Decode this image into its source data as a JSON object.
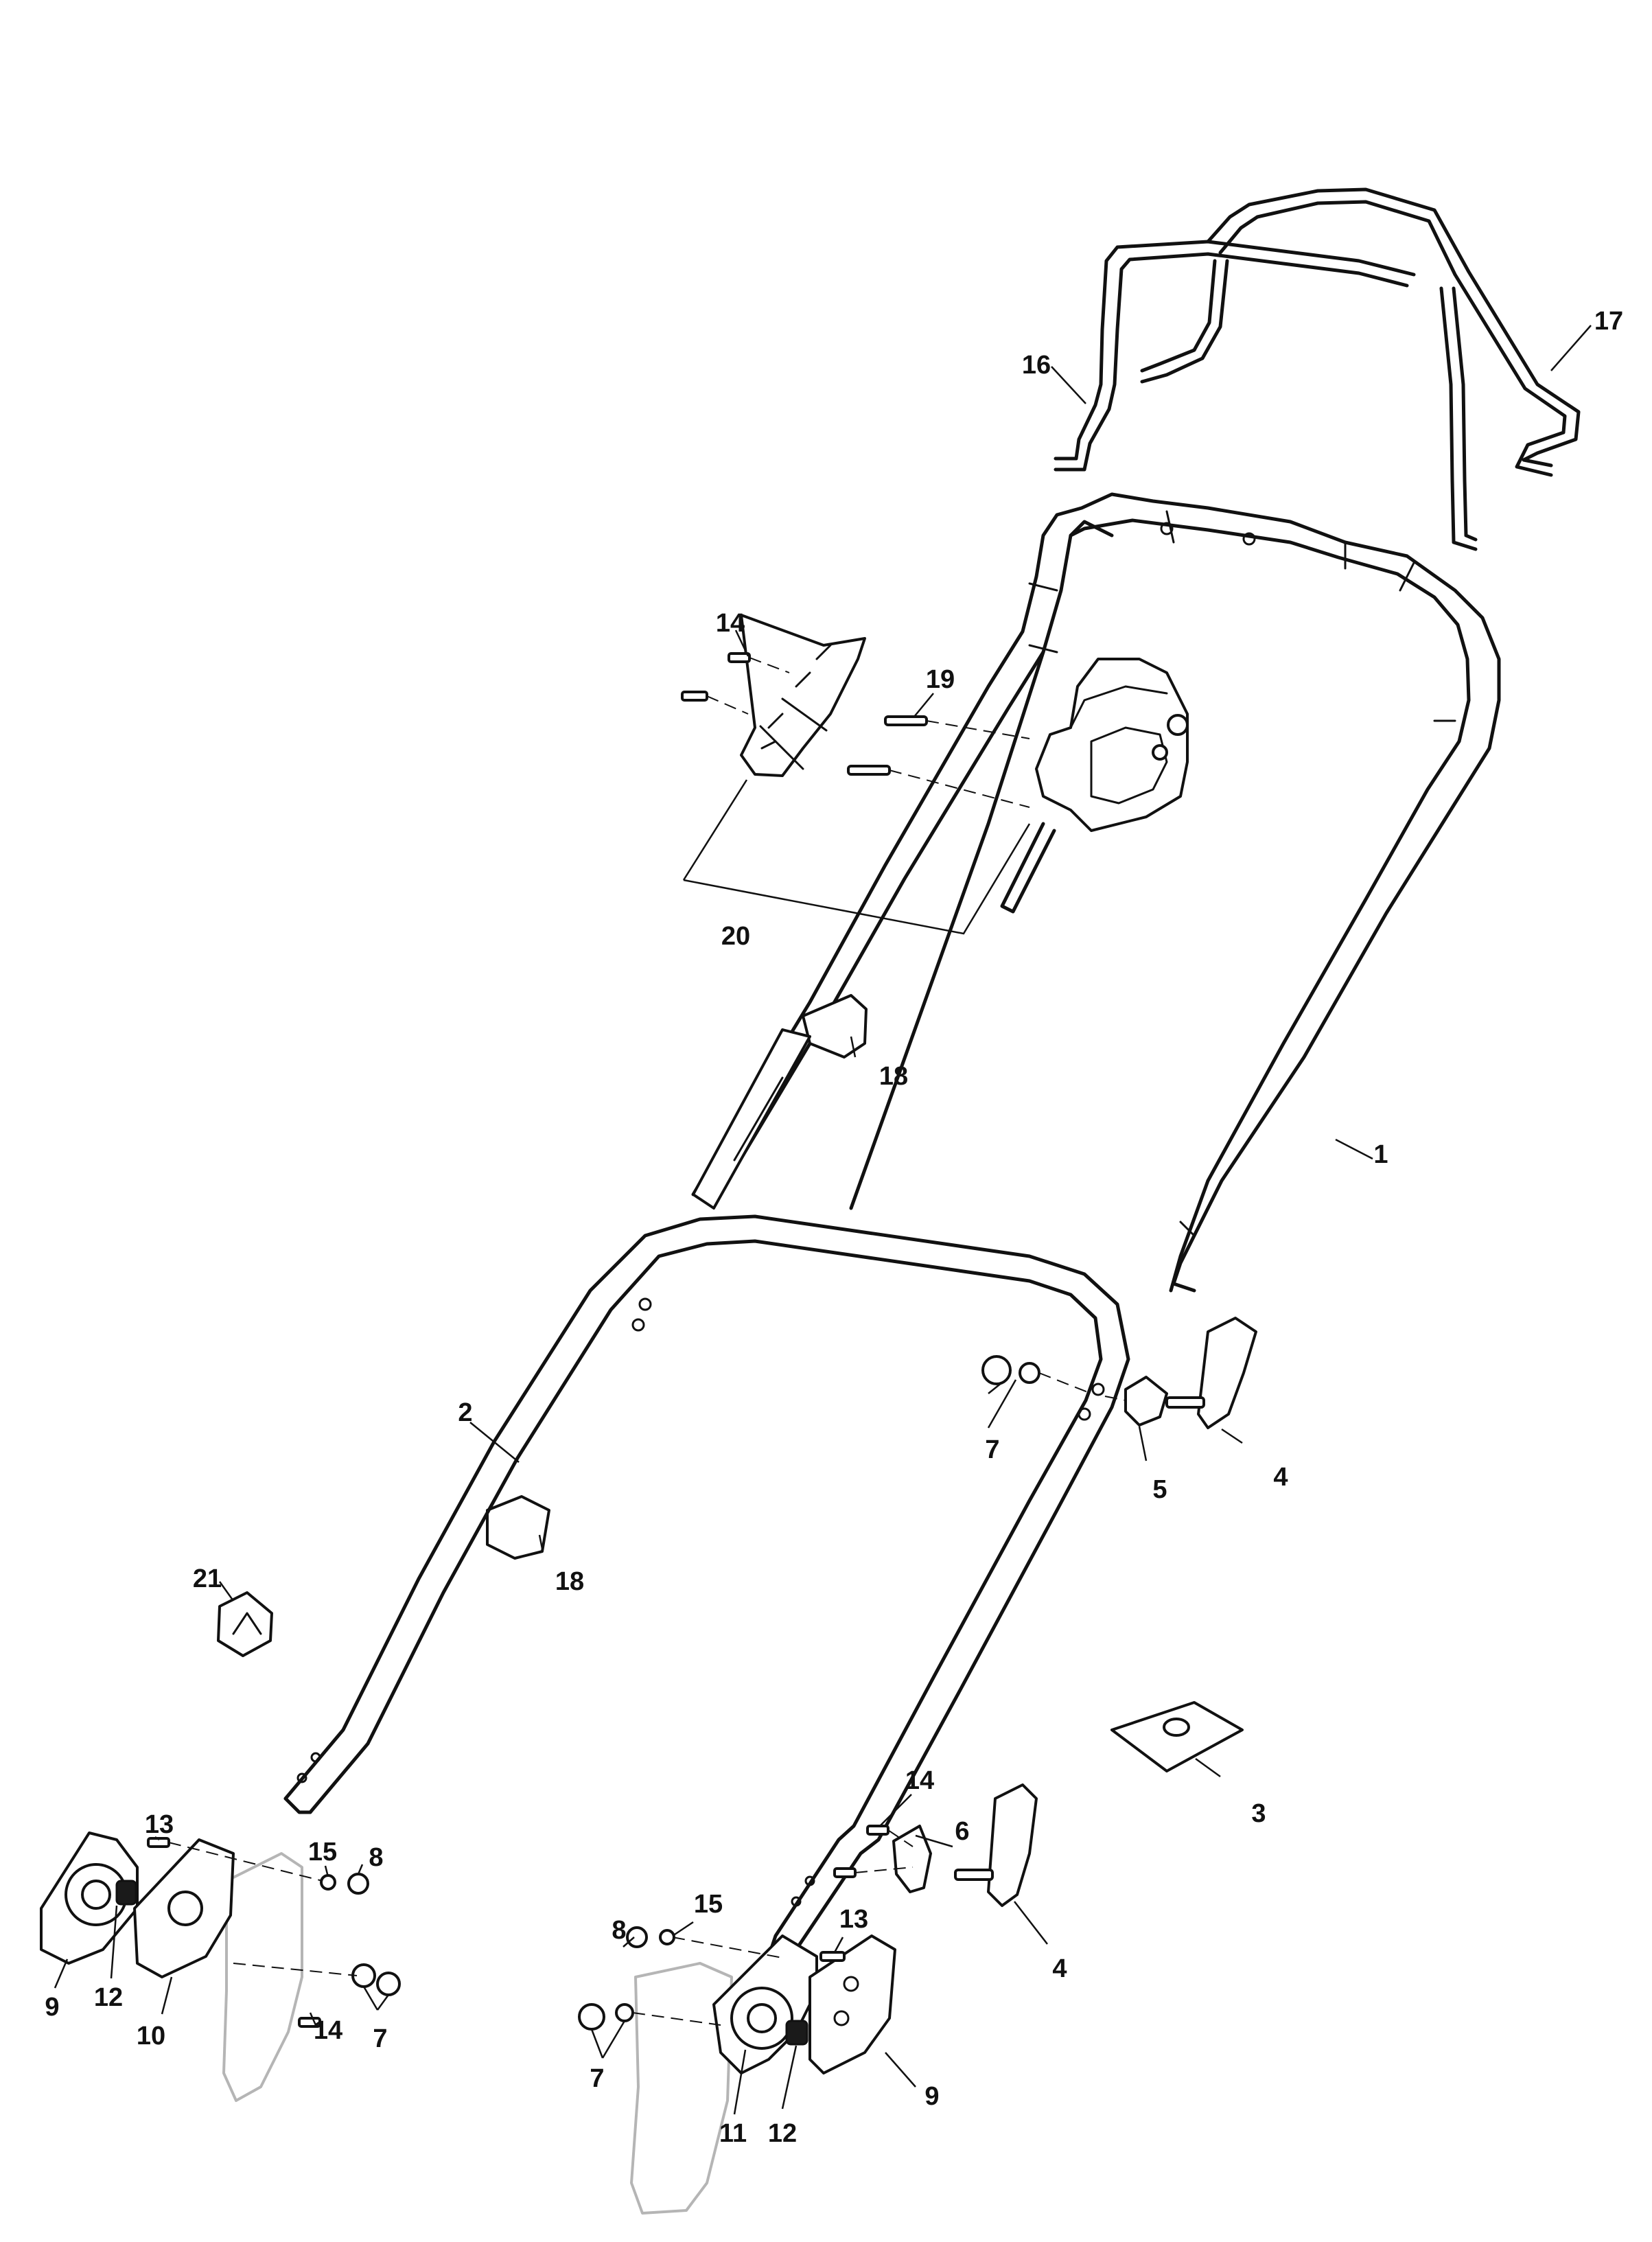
{
  "labels": {
    "l1": "1",
    "l2": "2",
    "l3": "3",
    "l4a": "4",
    "l4b": "4",
    "l5": "5",
    "l6": "6",
    "l7a": "7",
    "l7b": "7",
    "l7c": "7",
    "l8a": "8",
    "l8b": "8",
    "l9a": "9",
    "l9b": "9",
    "l10": "10",
    "l11": "11",
    "l12a": "12",
    "l12b": "12",
    "l13a": "13",
    "l13b": "13",
    "l14a": "14",
    "l14b": "14",
    "l14c": "14",
    "l15a": "15",
    "l15b": "15",
    "l16": "16",
    "l17": "17",
    "l18a": "18",
    "l18b": "18",
    "l19": "19",
    "l20": "20",
    "l21": "21"
  }
}
